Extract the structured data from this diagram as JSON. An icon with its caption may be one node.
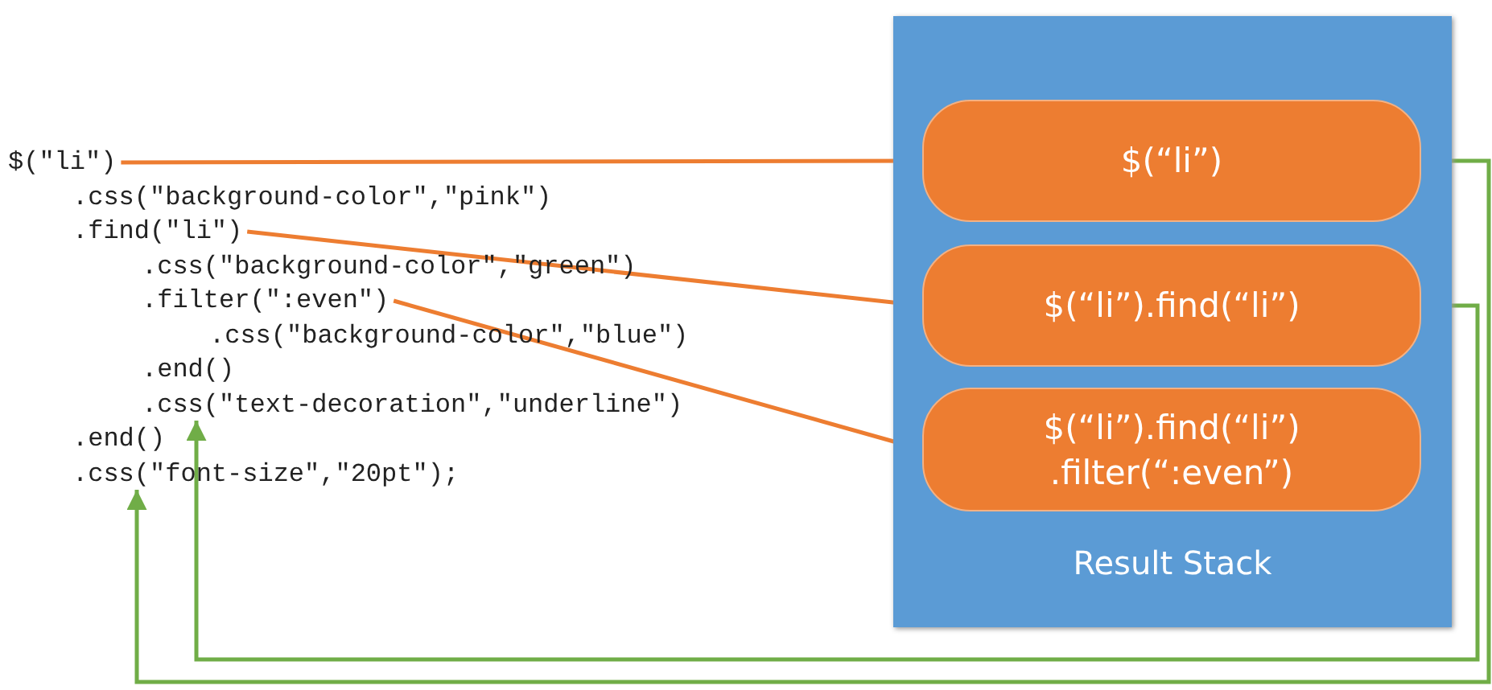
{
  "diagram": {
    "nodes": [
      {
        "text": [
          "$(\"li\")"
        ]
      },
      {
        "text": [
          ".find(\"li\")"
        ]
      },
      {
        "text": [
          ".filter(\":even\")"
        ]
      },
      {
        "text": [
          ".css(\"text-decoration\",\"underline\")"
        ]
      },
      {
        "text": [
          ".css(\"font-size\",\"20pt\");"
        ]
      },
      {
        "text": [
          "Result Stack"
        ]
      },
      {
        "text": [
          "$(“li”)"
        ],
        "in": 5
      },
      {
        "text": [
          "$(“li”).find(“li”)"
        ],
        "in": 5
      },
      {
        "text": [
          "$(“li”).find(“li”) .filter(“:even”)"
        ],
        "in": 5
      }
    ],
    "edges": [
      {
        "from": 0,
        "to": 6,
        "arrow": "to"
      },
      {
        "from": 1,
        "to": 7,
        "arrow": "to"
      },
      {
        "from": 2,
        "to": 8,
        "arrow": "to"
      },
      {
        "from": 7,
        "to": 3,
        "arrow": "to",
        "color": "#70ad47"
      },
      {
        "from": 6,
        "to": 4,
        "arrow": "to",
        "color": "#70ad47"
      }
    ],
    "labels": [
      ".css(\"background-color\",\"pink\")",
      ".css(\"background-color\",\"green\")",
      ".css(\"background-color\",\"blue\")",
      ".end()",
      ".end()"
    ]
  }
}
